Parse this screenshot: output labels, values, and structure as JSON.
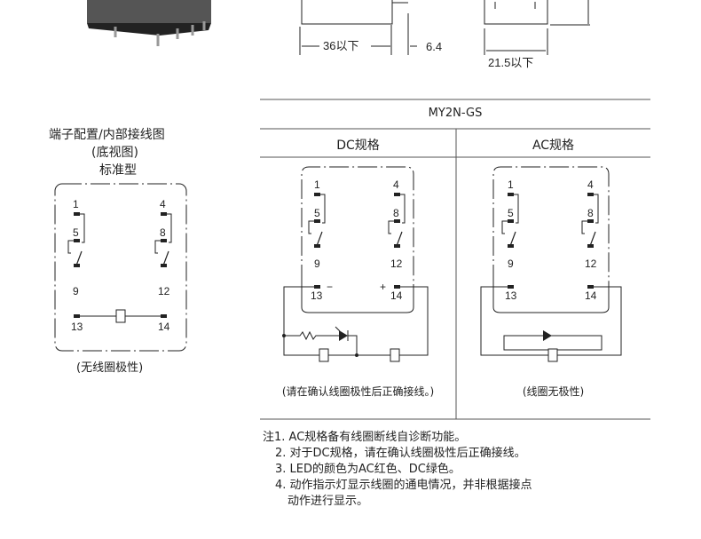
{
  "dimensions": {
    "length": "36以下",
    "pin": "6.4",
    "width": "21.5以下"
  },
  "left": {
    "title1": "端子配置/内部接线图",
    "title2": "(底视图)",
    "title3": "标准型",
    "caption": "(无线圈极性)"
  },
  "table": {
    "model": "MY2N-GS",
    "dc_header": "DC规格",
    "ac_header": "AC规格",
    "dc_caption": "(请在确认线圈极性后正确接线。)",
    "ac_caption": "(线圈无极性)"
  },
  "pins": {
    "p1": "1",
    "p4": "4",
    "p5": "5",
    "p8": "8",
    "p9": "9",
    "p12": "12",
    "p13": "13",
    "p14": "14",
    "minus": "−",
    "plus": "+"
  },
  "notes": [
    "注1. AC规格备有线圈断线自诊断功能。",
    "2. 对于DC规格，请在确认线圈极性后正确接线。",
    "3. LED的颜色为AC红色、DC绿色。",
    "4. 动作指示灯显示线圈的通电情况，并非根据接点",
    "动作进行显示。"
  ]
}
